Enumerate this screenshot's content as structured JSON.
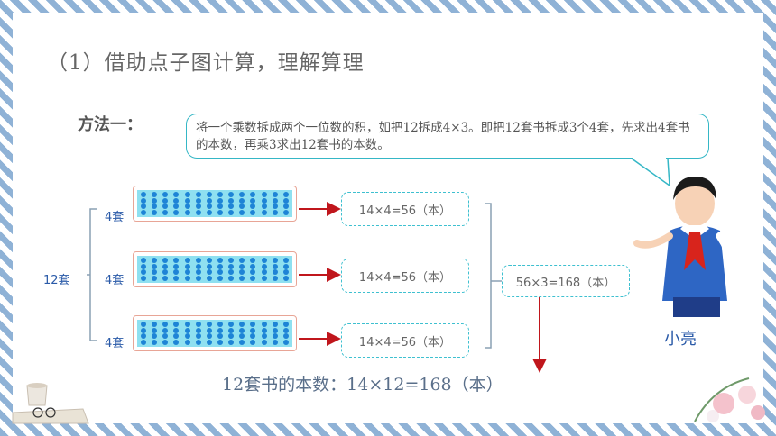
{
  "title": "（1）借助点子图计算，理解算理",
  "method_label": "方法一：",
  "bubble_text": "将一个乘数拆成两个一位数的积，如把12拆成4×3。即把12套书拆成3个4套，先求出4套书的本数，再乘3求出12套书的本数。",
  "group_labels": [
    "4套",
    "4套",
    "4套"
  ],
  "total_group_label": "12套",
  "row_equations": [
    "14×4=56（本）",
    "14×4=56（本）",
    "14×4=56（本）"
  ],
  "combined_equation": "56×3=168（本）",
  "character_name": "小亮",
  "total_result": "12套书的本数：14×12=168（本）",
  "dot_grid": {
    "columns": 14,
    "rows": 4
  },
  "colors": {
    "accent_red": "#c0161c",
    "dot_blue": "#1e84d6",
    "dot_bg": "#8fe0f0",
    "border_teal": "#35b7c6"
  }
}
